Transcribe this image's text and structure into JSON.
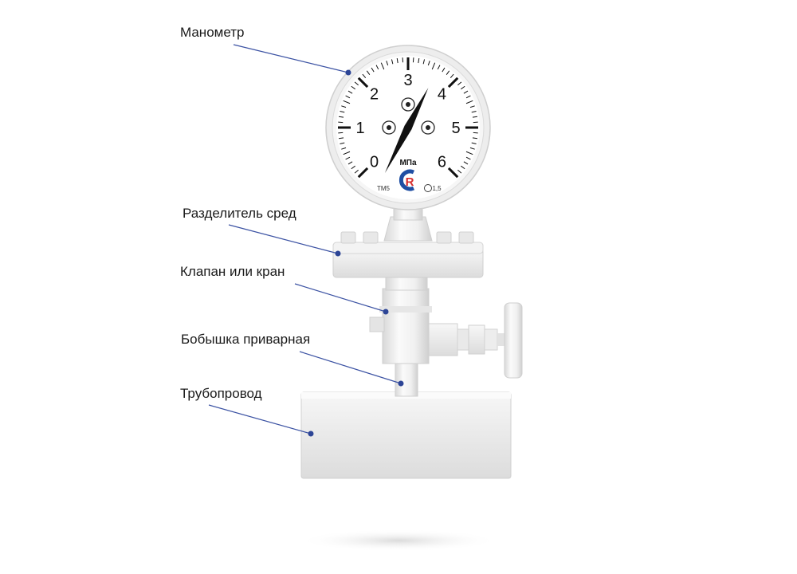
{
  "callouts": {
    "manometer": "Манометр",
    "separator": "Разделитель сред",
    "valve": "Клапан или кран",
    "boss": "Бобышка приварная",
    "pipeline": "Трубопровод"
  },
  "gauge": {
    "scale_labels": [
      "0",
      "1",
      "2",
      "3",
      "4",
      "5",
      "6"
    ],
    "unit": "МПа",
    "model": "ТМ5",
    "accuracy_class": "1,5",
    "needle_value": 3.6,
    "scale_min": 0,
    "scale_max": 6
  },
  "colors": {
    "leader_line": "#3b52a3",
    "leader_dot": "#2d4596",
    "logo_blue": "#1f4fa3",
    "logo_red": "#d62d2d"
  }
}
